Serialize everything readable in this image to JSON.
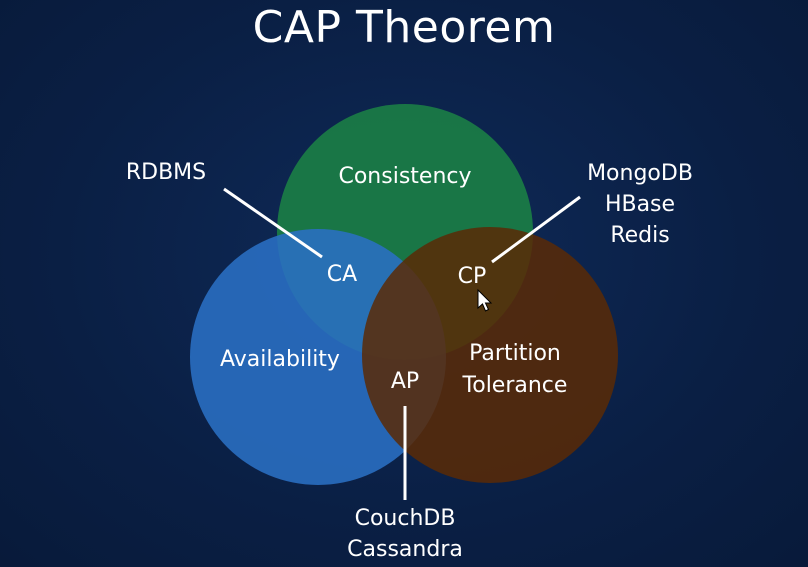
{
  "title": "CAP Theorem",
  "circles": {
    "consistency": {
      "label": "Consistency",
      "color": "#1a7a46"
    },
    "availability": {
      "label": "Availability",
      "color": "#2a6fc4"
    },
    "partition_tolerance": {
      "label": "Partition\nTolerance",
      "color": "#5a2a06"
    }
  },
  "intersections": {
    "ca": "CA",
    "cp": "CP",
    "ap": "AP"
  },
  "examples": {
    "ca": "RDBMS",
    "cp": "MongoDB\nHBase\nRedis",
    "ap": "CouchDB\nCassandra"
  }
}
